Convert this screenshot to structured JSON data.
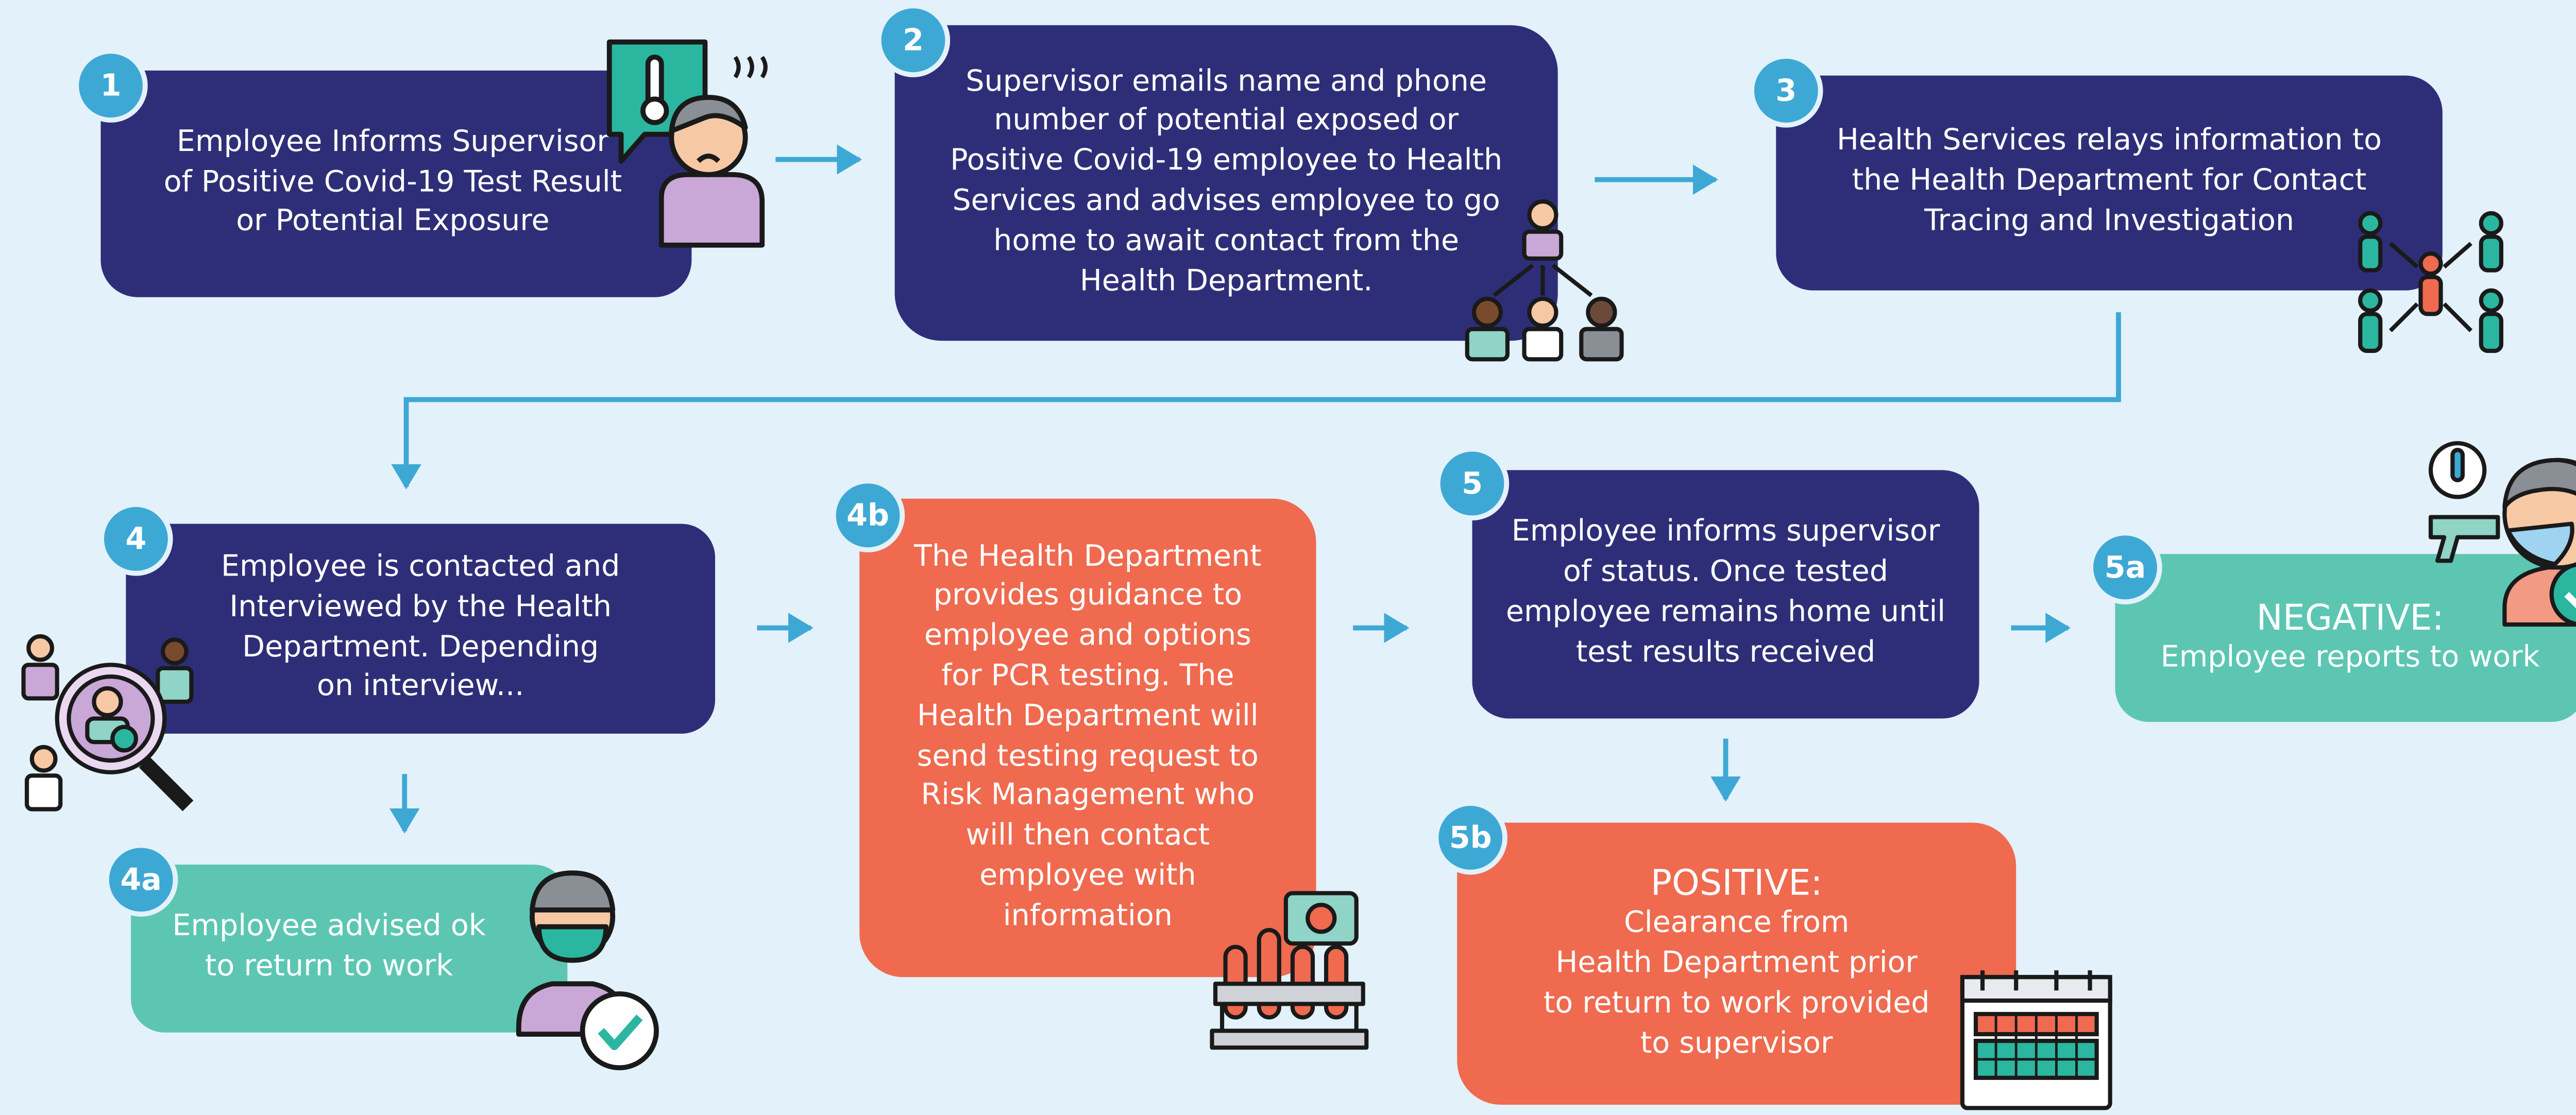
{
  "steps": {
    "s1": {
      "badge": "1",
      "lines": [
        "Employee Informs Supervisor",
        "of Positive Covid-19 Test Result",
        "or Potential Exposure"
      ]
    },
    "s2": {
      "badge": "2",
      "lines": [
        "Supervisor emails name and phone",
        "number of potential exposed or",
        "Positive Covid-19 employee to Health",
        "Services and advises employee to go",
        "home to await contact from the",
        "Health Department."
      ]
    },
    "s3": {
      "badge": "3",
      "lines": [
        "Health Services relays information to",
        "the Health Department for Contact",
        "Tracing and Investigation"
      ]
    },
    "s4": {
      "badge": "4",
      "lines": [
        "Employee is contacted and",
        "Interviewed by the Health",
        "Department. Depending",
        "on interview..."
      ]
    },
    "s4a": {
      "badge": "4a",
      "lines": [
        "Employee advised ok",
        "to return to work"
      ]
    },
    "s4b": {
      "badge": "4b",
      "lines": [
        "The Health Department",
        "provides guidance to",
        "employee and options",
        "for PCR testing. The",
        "Health Department will",
        "send testing request to",
        "Risk Management who",
        "will then contact",
        "employee with",
        "information"
      ]
    },
    "s5": {
      "badge": "5",
      "lines": [
        "Employee informs supervisor",
        "of status. Once tested",
        "employee remains home until",
        "test results received"
      ]
    },
    "s5a": {
      "badge": "5a",
      "heading": "NEGATIVE:",
      "lines": [
        "Employee reports to work"
      ]
    },
    "s5b": {
      "badge": "5b",
      "heading": "POSITIVE:",
      "lines": [
        "Clearance from",
        "Health Department prior",
        "to return to work provided",
        "to supervisor"
      ]
    }
  },
  "colors": {
    "background": "#e3f1fa",
    "navy": "#2e2e78",
    "teal": "#5cc6b2",
    "coral": "#ef6a4f",
    "arrow": "#3ea8d5"
  },
  "icons": [
    "thermometer-sick-person-icon",
    "supervisor-hierarchy-icon",
    "contact-tracing-network-icon",
    "magnifier-interview-icon",
    "masked-worker-check-icon",
    "test-tubes-virus-icon",
    "calendar-icon",
    "masked-person-thermometer-icon"
  ]
}
